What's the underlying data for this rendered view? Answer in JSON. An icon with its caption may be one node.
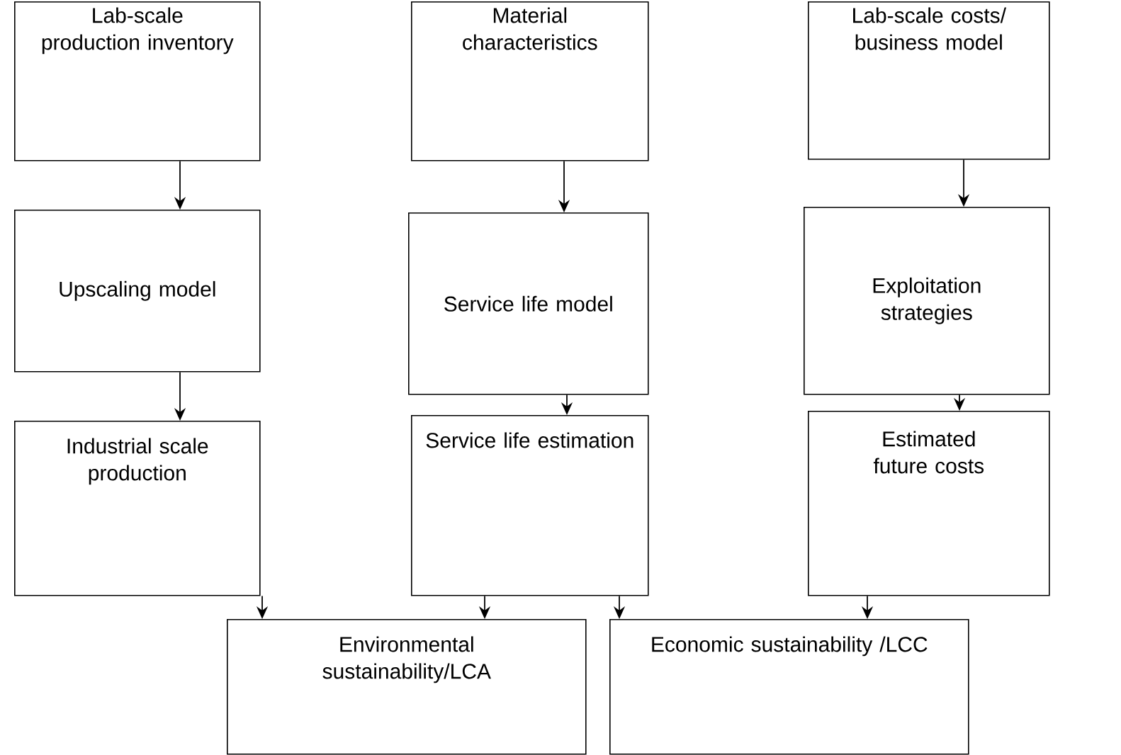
{
  "diagram": {
    "nodes": [
      {
        "text": [
          "Lab-scale production inventory"
        ]
      },
      {
        "text": [
          "Material characteristics"
        ]
      },
      {
        "text": [
          "Lab-scale costs/ business model"
        ]
      },
      {
        "text": [
          "Upscaling model"
        ]
      },
      {
        "text": [
          "Service life model"
        ]
      },
      {
        "text": [
          "Exploitation strategies"
        ]
      },
      {
        "text": [
          "Industrial scale production"
        ]
      },
      {
        "text": [
          "Service life estimation"
        ]
      },
      {
        "text": [
          "Estimated future costs"
        ]
      },
      {
        "text": [
          "Environmental sustainability/LCA"
        ]
      },
      {
        "text": [
          "Economic sustainability /LCC"
        ]
      }
    ],
    "edges": [
      {
        "from": 0,
        "to": 3,
        "arrow": "to"
      },
      {
        "from": 1,
        "to": 4,
        "arrow": "to"
      },
      {
        "from": 2,
        "to": 5,
        "arrow": "to"
      },
      {
        "from": 3,
        "to": 6,
        "arrow": "to"
      },
      {
        "from": 4,
        "to": 7,
        "arrow": "to"
      },
      {
        "from": 5,
        "to": 8,
        "arrow": "to"
      },
      {
        "from": 6,
        "to": 9,
        "arrow": "to"
      },
      {
        "from": 7,
        "to": 9,
        "arrow": "to"
      },
      {
        "from": 7,
        "to": 10,
        "arrow": "to"
      },
      {
        "from": 8,
        "to": 10,
        "arrow": "to"
      }
    ]
  }
}
